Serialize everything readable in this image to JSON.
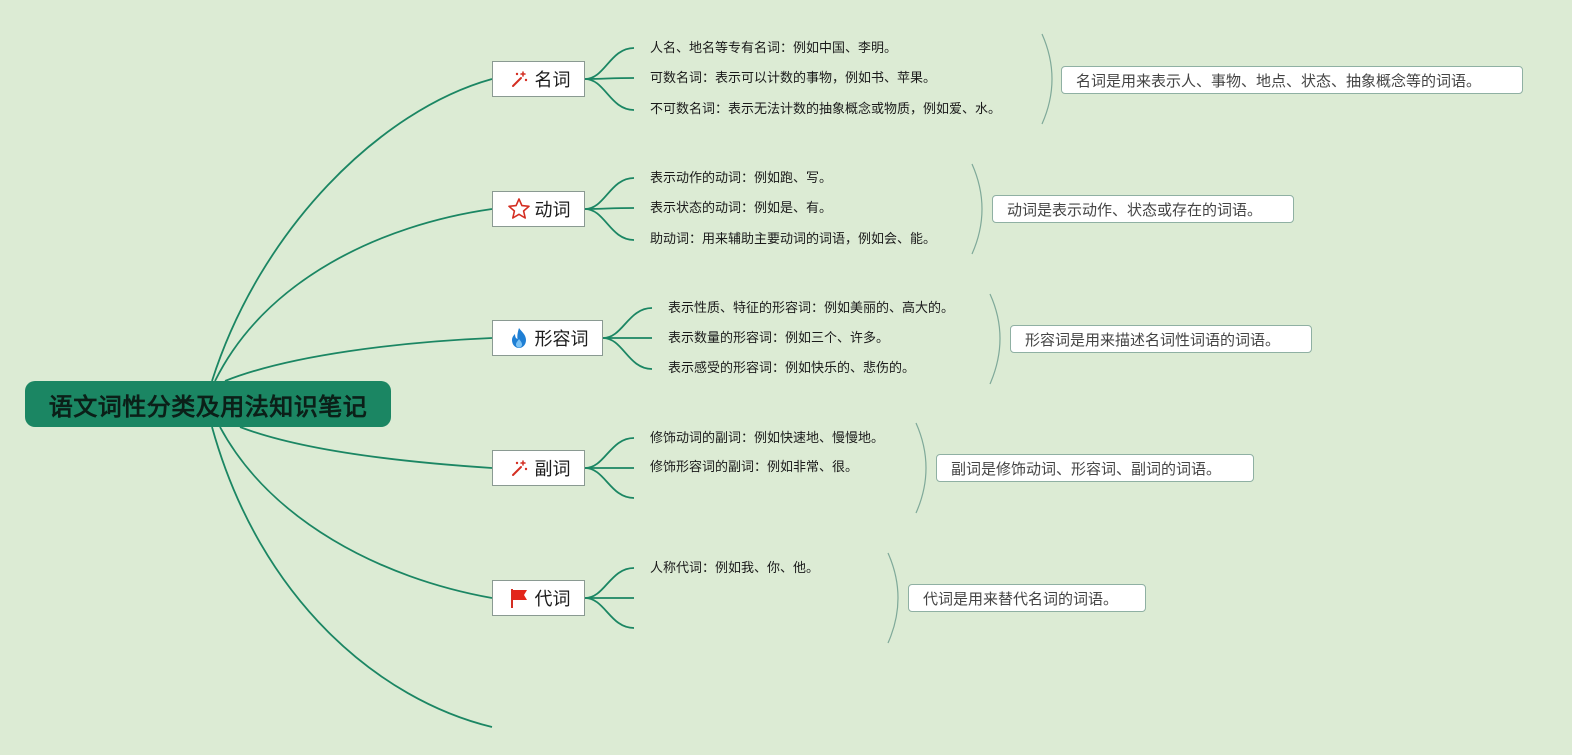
{
  "colors": {
    "background": "#dcebd4",
    "root": "#1b8663",
    "line": "#1b8663",
    "bracket": "#7fa999"
  },
  "root": {
    "title": "语文词性分类及用法知识笔记"
  },
  "branches": [
    {
      "label": "名词",
      "icon": "magic-wand-icon",
      "details": [
        "人名、地名等专有名词：例如中国、李明。",
        "可数名词：表示可以计数的事物，例如书、苹果。",
        "不可数名词：表示无法计数的抽象概念或物质，例如爱、水。"
      ],
      "summary": "名词是用来表示人、事物、地点、状态、抽象概念等的词语。"
    },
    {
      "label": "动词",
      "icon": "star-outline-icon",
      "details": [
        "表示动作的动词：例如跑、写。",
        "表示状态的动词：例如是、有。",
        "助动词：用来辅助主要动词的词语，例如会、能。"
      ],
      "summary": "动词是表示动作、状态或存在的词语。"
    },
    {
      "label": "形容词",
      "icon": "fire-icon",
      "details": [
        "表示性质、特征的形容词：例如美丽的、高大的。",
        "表示数量的形容词：例如三个、许多。",
        "表示感受的形容词：例如快乐的、悲伤的。"
      ],
      "summary": "形容词是用来描述名词性词语的词语。"
    },
    {
      "label": "副词",
      "icon": "magic-wand-icon",
      "details": [
        "修饰动词的副词：例如快速地、慢慢地。",
        "修饰形容词的副词：例如非常、很。"
      ],
      "summary": "副词是修饰动词、形容词、副词的词语。"
    },
    {
      "label": "代词",
      "icon": "flag-icon",
      "details": [
        "人称代词：例如我、你、他。"
      ],
      "summary": "代词是用来替代名词的词语。"
    }
  ]
}
